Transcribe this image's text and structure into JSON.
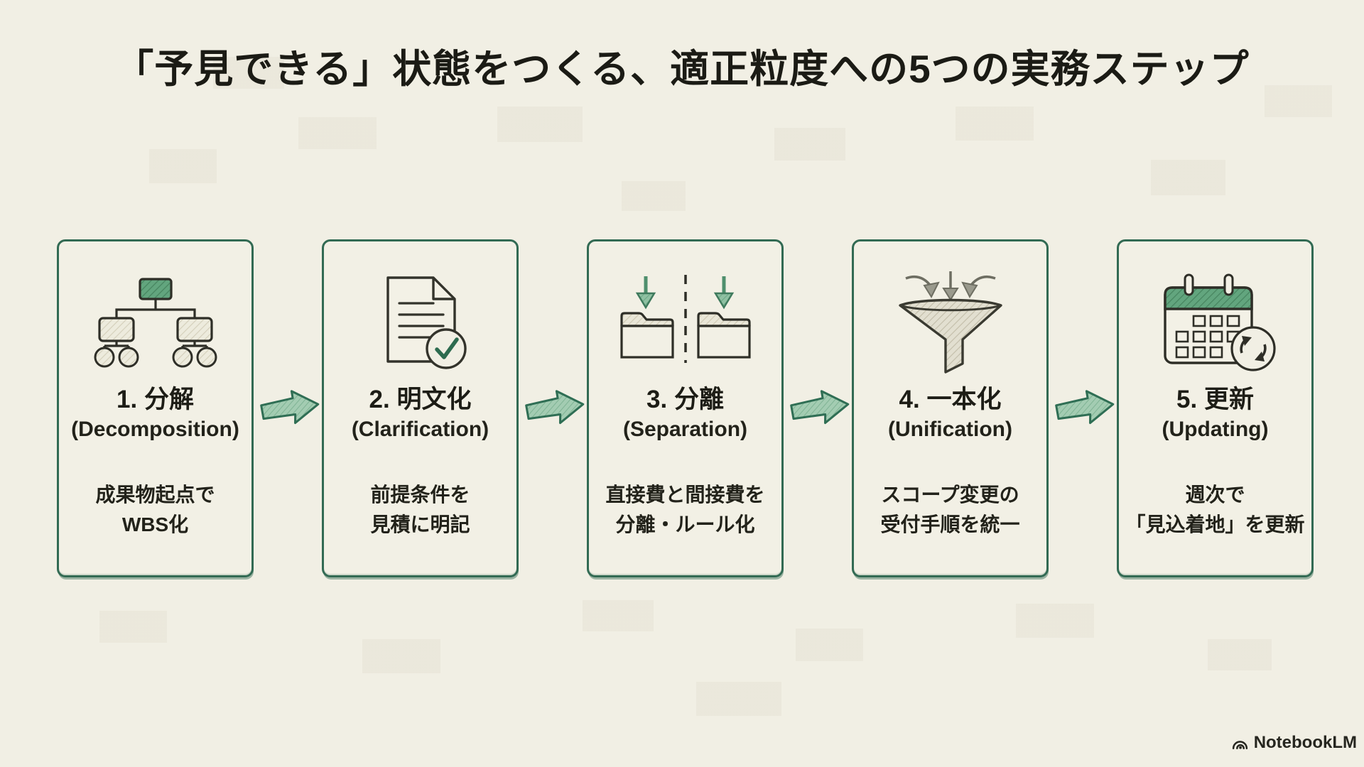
{
  "title": "「予見できる」状態をつくる、適正粒度への5つの実務ステップ",
  "colors": {
    "background": "#f1efe4",
    "card_background": "#f2f0e5",
    "card_border_green": "#326a53",
    "arrow_green": "#9ecbae",
    "icon_green": "#5fa37d",
    "text": "#22221a"
  },
  "steps": [
    {
      "icon": "hierarchy-tree-icon",
      "title_jp": "1. 分解",
      "title_en": "(Decomposition)",
      "desc_line1": "成果物起点で",
      "desc_line2": "WBS化"
    },
    {
      "icon": "document-check-icon",
      "title_jp": "2. 明文化",
      "title_en": "(Clarification)",
      "desc_line1": "前提条件を",
      "desc_line2": "見積に明記"
    },
    {
      "icon": "split-folders-icon",
      "title_jp": "3. 分離",
      "title_en": "(Separation)",
      "desc_line1": "直接費と間接費を",
      "desc_line2": "分離・ルール化"
    },
    {
      "icon": "funnel-icon",
      "title_jp": "4. 一本化",
      "title_en": "(Unification)",
      "desc_line1": "スコープ変更の",
      "desc_line2": "受付手順を統一"
    },
    {
      "icon": "calendar-refresh-icon",
      "title_jp": "5. 更新",
      "title_en": "(Updating)",
      "desc_line1": "週次で",
      "desc_line2": "「見込着地」を更新"
    }
  ],
  "footer": {
    "brand": "NotebookLM"
  }
}
